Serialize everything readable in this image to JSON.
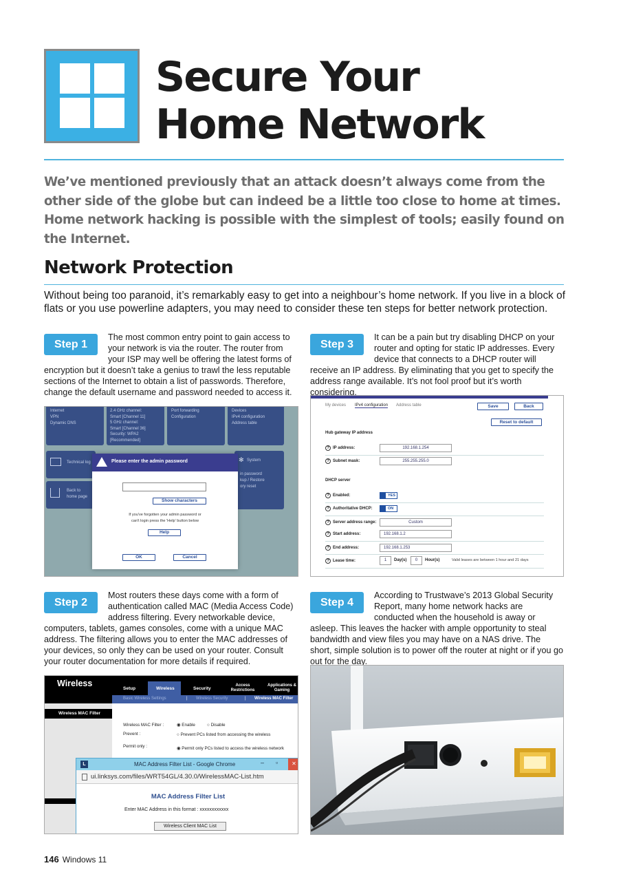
{
  "title_line1": "Secure Your",
  "title_line2": "Home Network",
  "intro": "We’ve mentioned previously that an attack doesn’t always come from the other side of the globe but can indeed be a little too close to home at times. Home network hacking is possible with the simplest of tools; easily found on the Internet.",
  "section_heading": "Network Protection",
  "lead": "Without being too paranoid, it’s remarkably easy to get into a neighbour’s home network. If you live in a block of flats or you use powerline adapters, you may need to consider these ten steps for better network protection.",
  "steps": {
    "s1": {
      "label": "Step 1",
      "text": "The most common entry point to gain access to your network is via the router. The router from your ISP may well be offering the latest forms of encryption but it doesn’t take a genius to trawl the less reputable sections of the Internet to obtain a list of passwords. Therefore, change the default username and password needed to access it."
    },
    "s2": {
      "label": "Step 2",
      "text": "Most routers these days come with a form of authentication called MAC (Media Access Code) address filtering. Every networkable device, computers, tablets, games consoles, come with a unique MAC address. The filtering allows you to enter the MAC addresses of your devices, so only they can be used on your router. Consult your router documentation for more details if required."
    },
    "s3": {
      "label": "Step 3",
      "text": "It can be a pain but try disabling DHCP on your router and opting for static IP addresses. Every device that connects to a DHCP router will receive an IP address. By eliminating that you get to specify the address range available. It’s not fool proof but it’s worth considering."
    },
    "s4": {
      "label": "Step 4",
      "text": "According to Trustwave’s 2013 Global Security Report, many home network hacks are conducted when the household is away or asleep. This leaves the hacker with ample opportunity to steal bandwidth and view files you may have on a NAS drive. The short, simple solution is to power off the router at night or if you go out for the day."
    }
  },
  "shot1": {
    "tile1": [
      "Internet",
      "VPN",
      "Dynamic DNS"
    ],
    "tile2": [
      "2.4 GHz channel:",
      "Smart [Channel 11]",
      "5 GHz channel:",
      "Smart [Channel 36]",
      "Security: WPA2",
      "[Recommended]"
    ],
    "tile3": [
      "Port forwarding",
      "Configuration"
    ],
    "tile4": [
      "Devices",
      "IPv4 configuration",
      "Address table"
    ],
    "tech_log": "Technical log",
    "back_home": [
      "Back to",
      "home page"
    ],
    "system": "System",
    "system_items": [
      "in password",
      "kup / Restore",
      "ory reset"
    ],
    "dialog_title": "Please enter the admin password",
    "show_chars": "Show characters",
    "forgot": [
      "If you've forgotten your admin password or",
      "can't login press the 'Help' button below"
    ],
    "help": "Help",
    "ok": "OK",
    "cancel": "Cancel"
  },
  "shot3": {
    "tabs": [
      "My devices",
      "IPv4 configuration",
      "Address table"
    ],
    "save": "Save",
    "back": "Back",
    "reset": "Reset to default",
    "hub_heading": "Hub gateway IP address",
    "ip_label": "IP address:",
    "ip_value": "192.168.1.254",
    "mask_label": "Subnet mask:",
    "mask_value": "255.255.255.0",
    "dhcp_heading": "DHCP server",
    "enabled_label": "Enabled:",
    "enabled_value": "YES",
    "auth_label": "Authoritative DHCP:",
    "auth_value": "ON",
    "range_label": "Server address range:",
    "range_value": "Custom",
    "start_label": "Start address:",
    "start_value": "192.168.1.2",
    "end_label": "End address:",
    "end_value": "192.168.1.253",
    "lease_label": "Lease time:",
    "lease_days": "1",
    "days_label": "Day(s)",
    "lease_hours": "0",
    "hours_label": "Hour(s)",
    "lease_note": "Valid leases are between 1 hour and 21 days"
  },
  "shot2": {
    "brand": "Wireless",
    "nav": [
      "Setup",
      "Wireless",
      "Security",
      "Access Restrictions",
      "Applications & Gaming"
    ],
    "subnav": [
      "Basic Wireless Settings",
      "|",
      "Wireless Security",
      "|",
      "Wireless MAC Filter"
    ],
    "side": "Wireless MAC Filter",
    "filter_label": "Wireless MAC Filter :",
    "enable": "Enable",
    "disable": "Disable",
    "prevent_label": "Prevent :",
    "prevent_text": "Prevent PCs listed from accessing the wireless",
    "permit_label": "Permit only :",
    "permit_text": "Permit only PCs listed to access the wireless network",
    "chrome_title": "MAC Address Filter List - Google Chrome",
    "url": "ui.linksys.com/files/WRT54GL/4.30.0/WirelessMAC-List.htm",
    "list_title": "MAC Address Filter List",
    "enter_text": "Enter MAC Address in this format  : xxxxxxxxxxxx",
    "client_btn": "Wireless Client MAC List"
  },
  "footer": {
    "page": "146",
    "name": "Windows 11"
  }
}
